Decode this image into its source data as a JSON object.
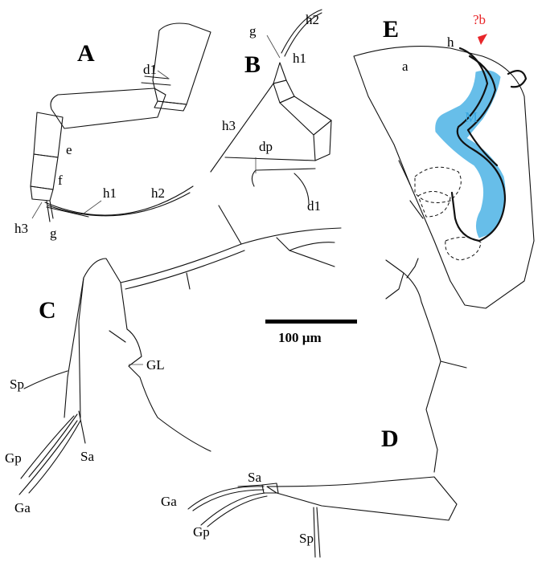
{
  "panels": {
    "A": {
      "letter": "A",
      "labels": {
        "d1": "d1",
        "e": "e",
        "f": "f",
        "h1": "h1",
        "h2": "h2",
        "h3": "h3",
        "g": "g"
      }
    },
    "B": {
      "letter": "B",
      "labels": {
        "g": "g",
        "h2": "h2",
        "h1": "h1",
        "h3": "h3",
        "dp": "dp",
        "d1": "d1"
      }
    },
    "C": {
      "letter": "C",
      "labels": {
        "GL": "GL",
        "Sp": "Sp",
        "Gp": "Gp",
        "Sa": "Sa",
        "Ga": "Ga"
      }
    },
    "D": {
      "letter": "D",
      "labels": {
        "Sa": "Sa",
        "Ga": "Ga",
        "Gp": "Gp",
        "Sp": "Sp"
      }
    },
    "E": {
      "letter": "E",
      "labels": {
        "a": "a",
        "h": "h",
        "b": "?b",
        "M": "M"
      }
    }
  },
  "scale_bar": {
    "label": "100 µm"
  },
  "colors": {
    "highlight_blue": "#4db3e6",
    "highlight_blue_text": "#3aa6df",
    "annotation_red": "#e8262a"
  }
}
